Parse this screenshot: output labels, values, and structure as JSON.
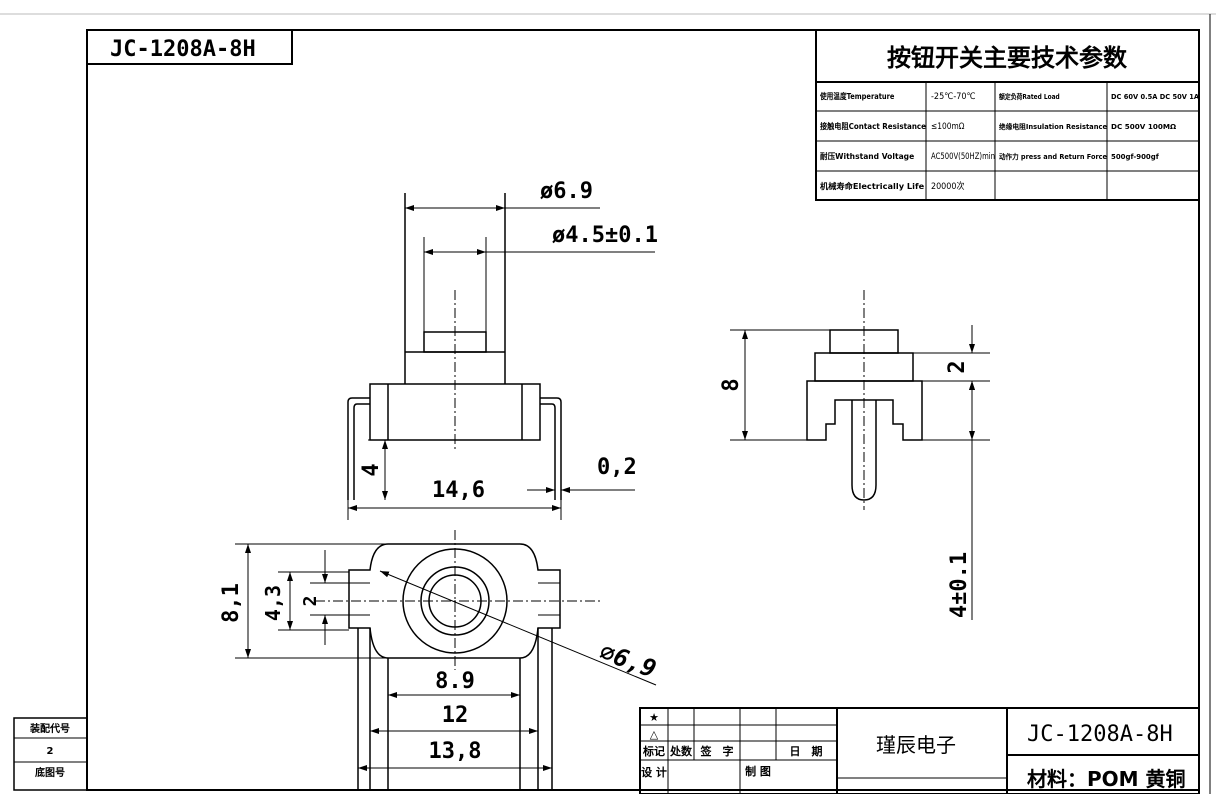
{
  "part_number": "JC-1208A-8H",
  "spec_table": {
    "title": "按钮开关主要技术参数",
    "rows": [
      [
        "使用温度Temperature",
        "-25℃-70℃",
        "额定负荷Rated Load",
        "DC 60V 0.5A DC 50V 1A"
      ],
      [
        "接触电阻Contact Resistance",
        "≤100mΩ",
        "绝缘电阻Insulation Resistance",
        "DC 500V   100MΩ"
      ],
      [
        "耐压Withstand Voltage",
        "AC500V(50HZ)min",
        "动作力 press and Return Force",
        "500gf-900gf"
      ],
      [
        "机械寿命Electrically Life",
        "20000次",
        "",
        ""
      ]
    ]
  },
  "dimensions": {
    "top_outer_dia": "ø6.9",
    "top_inner_dia": "ø4.5±0.1",
    "side_height": "4",
    "side_width": "14,6",
    "pin_thickness": "0,2",
    "right_height": "8",
    "right_step": "2",
    "right_pin": "4±0.1",
    "bottom_height": "8,1",
    "bottom_mid": "4,3",
    "bottom_small": "2",
    "bottom_dia": "∅6,9",
    "bottom_w1": "8.9",
    "bottom_w2": "12",
    "bottom_w3": "13,8"
  },
  "left_box": {
    "label1": "装配代号",
    "value": "2",
    "label2": "底图号"
  },
  "title_block": {
    "company": "瑾辰电子",
    "part_number": "JC-1208A-8H",
    "material": "材料：POM  黄铜",
    "sym_star": "★",
    "sym_tri": "△",
    "col_mark": "标记",
    "col_count": "处数",
    "col_sign": "签　字",
    "col_date": "日　期",
    "design": "设 计",
    "drawing": "制 图"
  }
}
